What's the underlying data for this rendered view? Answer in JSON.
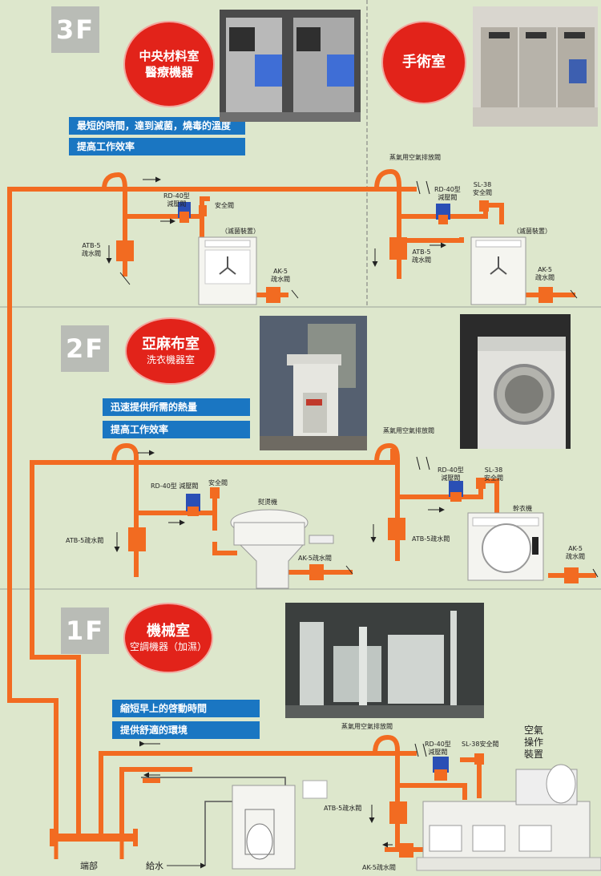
{
  "floors": {
    "f3": {
      "badge": "3F",
      "room_left": {
        "line1": "中央材料室",
        "line2": "醫療機器"
      },
      "room_right": {
        "line1": "手術室"
      },
      "benefits": [
        "最短的時間，達到滅菌，燒毒的溫度",
        "提高工作效率"
      ]
    },
    "f2": {
      "badge": "2F",
      "room": {
        "line1": "亞麻布室",
        "line2": "洗衣機器室"
      },
      "benefits": [
        "迅速提供所需的熱量",
        "提高工作效率"
      ]
    },
    "f1": {
      "badge": "1F",
      "room": {
        "line1": "機械室",
        "line2": "空調機器（加濕）"
      },
      "benefits": [
        "縮短早上的啓動時間",
        "提供舒適的環境"
      ]
    }
  },
  "labels": {
    "f3_left": {
      "rd40": [
        "RD-40型",
        "減壓閥"
      ],
      "safety": "安全閥",
      "steril": "（滅菌裝置）",
      "atb5": [
        "ATB-5",
        "疏水閥"
      ],
      "ak5": [
        "AK-5",
        "疏水閥"
      ]
    },
    "f3_right": {
      "exhaust": "蒸氣用空氣排放閥",
      "rd40": [
        "RD-40型",
        "減壓閥"
      ],
      "sl38": [
        "SL-38",
        "安全閥"
      ],
      "steril": "（滅菌裝置）",
      "atb5": [
        "ATB-5",
        "疏水閥"
      ],
      "ak5": [
        "AK-5",
        "疏水閥"
      ]
    },
    "f2_left": {
      "rd40": "RD-40型 減壓閥",
      "safety": "安全閥",
      "ironer": "熨燙機",
      "atb5": "ATB-5疏水閥",
      "ak5": "AK-5疏水閥"
    },
    "f2_right": {
      "exhaust": "蒸氣用空氣排放閥",
      "rd40": [
        "RD-40型",
        "減壓閥"
      ],
      "sl38": [
        "SL-38",
        "安全閥"
      ],
      "dryer": "幹衣機",
      "atb5": "ATB-5疏水閥",
      "ak5": [
        "AK-5",
        "疏水閥"
      ]
    },
    "f1": {
      "exhaust": "蒸氣用空氣排放閥",
      "rd40": [
        "RD-40型",
        "減壓閥"
      ],
      "sl38": "SL-38安全閥",
      "air_unit": [
        "空氣",
        "操作",
        "裝置"
      ],
      "atb5": "ATB-5疏水閥",
      "ak5": "AK-5疏水閥",
      "header": "端部",
      "supply": "給水"
    }
  },
  "colors": {
    "pipe": "#f26b21",
    "pipe_light": "#f5a36a",
    "accent_red": "#e2231a",
    "bar_blue": "#1a76c2",
    "valve_blue": "#2a4fb5",
    "background": "#dde7cc"
  }
}
